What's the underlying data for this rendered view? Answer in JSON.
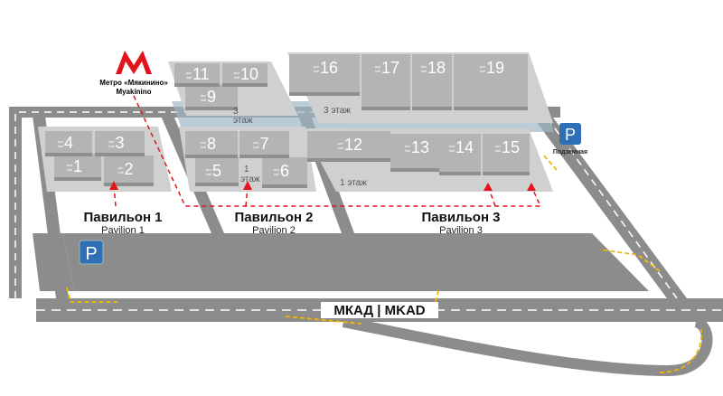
{
  "metro": {
    "label_ru": "Метро «Мякинино»",
    "label_en": "Myakinino",
    "logo": "M",
    "color": "#e3131b"
  },
  "parking": {
    "symbol": "P",
    "underground_label": "Подземная",
    "color": "#2f6fb6"
  },
  "road": {
    "label": "МКАД | MKAD"
  },
  "hall_word": {
    "ru": "зал",
    "en": "hall"
  },
  "floors": {
    "third": "3 этаж",
    "first": "1 этаж",
    "third_num": "3",
    "first_num": "1",
    "floor_word": "этаж"
  },
  "pavilions": [
    {
      "ru": "Павильон 1",
      "en": "Pavilion 1"
    },
    {
      "ru": "Павильон 2",
      "en": "Pavilion 2"
    },
    {
      "ru": "Павильон 3",
      "en": "Pavilion 3"
    }
  ],
  "halls": [
    "1",
    "2",
    "3",
    "4",
    "5",
    "6",
    "7",
    "8",
    "9",
    "10",
    "11",
    "12",
    "13",
    "14",
    "15",
    "16",
    "17",
    "18",
    "19"
  ],
  "colors": {
    "road": "#8c8c8c",
    "hall": "#b4b4b4",
    "route": "#e3131b",
    "arrow": "#f2b705"
  }
}
